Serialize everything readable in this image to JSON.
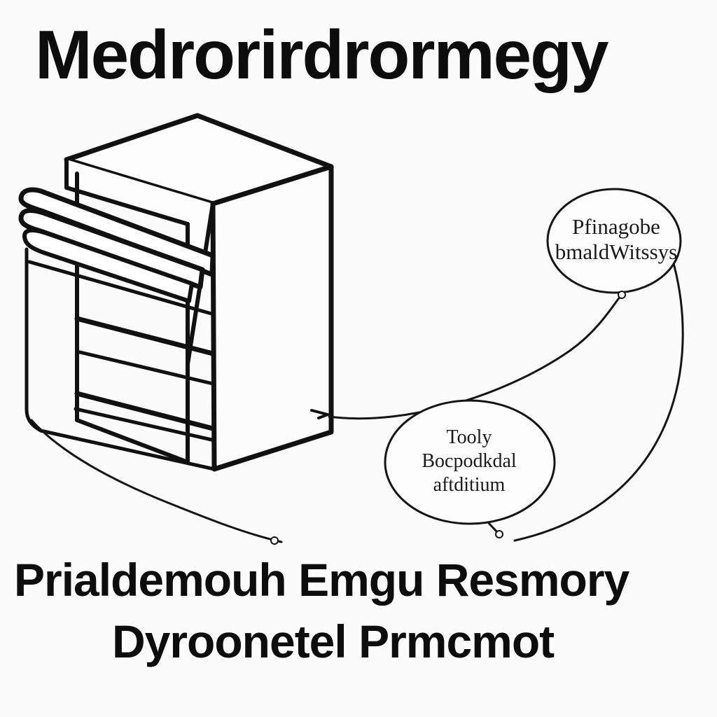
{
  "title": "Medrorirdrormegy",
  "bubbles": {
    "top": {
      "line1": "Pfinagobe",
      "line2": "bmaldWitssys"
    },
    "bottom": {
      "line1": "Tooly",
      "line2": "Bocpodkdal",
      "line3": "aftditium"
    }
  },
  "footer": {
    "line1": "Prialdemouh Emgu Resmory",
    "line2": "Dyroonetel Prmcmot"
  },
  "icons": {
    "server": "server-cabinet-icon"
  }
}
